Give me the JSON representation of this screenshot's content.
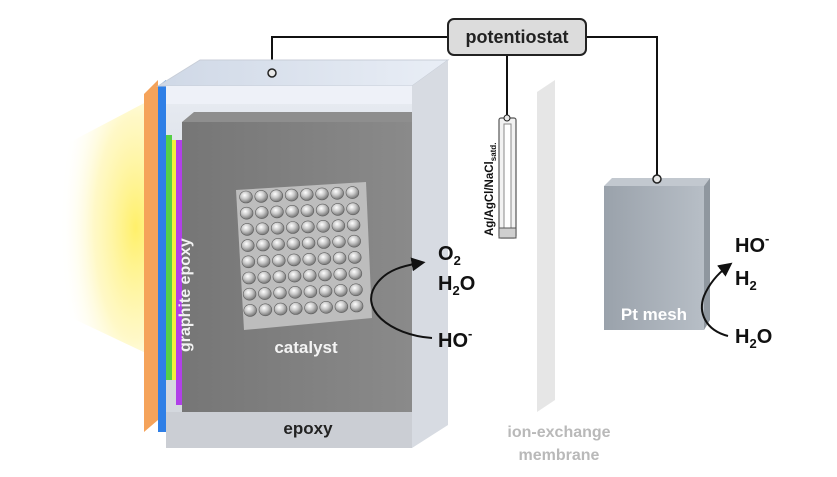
{
  "potentiostat": {
    "label": "potentiostat"
  },
  "reference_electrode": {
    "label": "Ag/AgCl/NaCl",
    "subscript": "satd."
  },
  "membrane": {
    "line1": "ion-exchange",
    "line2": "membrane"
  },
  "pt_mesh": {
    "label": "Pt mesh"
  },
  "photoanode": {
    "catalyst_label": "catalyst",
    "graphite_label": "graphite epoxy",
    "epoxy_label": "epoxy"
  },
  "anode_reaction": {
    "product1_main": "O",
    "product1_sub": "2",
    "product2_a": "H",
    "product2_sub": "2",
    "product2_b": "O",
    "reactant_main": "HO",
    "reactant_sup": "-"
  },
  "cathode_reaction": {
    "product1_main": "HO",
    "product1_sup": "-",
    "product2_main": "H",
    "product2_sub": "2",
    "reactant_a": "H",
    "reactant_sub": "2",
    "reactant_b": "O"
  },
  "colors": {
    "wire": "#111111",
    "light": "#fff3a0",
    "orange_layer": "#f5a35a",
    "blue_layer": "#2f7fe6",
    "green_layer": "#55d045",
    "yellow_layer": "#f3ef3a",
    "purple_layer": "#b040e8",
    "plate": "#7f7f7f",
    "epoxy_glass": "#d9dde6",
    "membrane": "#e6e6e6",
    "pt_mesh": "#a9b0b8",
    "membrane_text": "#b9b9b9"
  }
}
